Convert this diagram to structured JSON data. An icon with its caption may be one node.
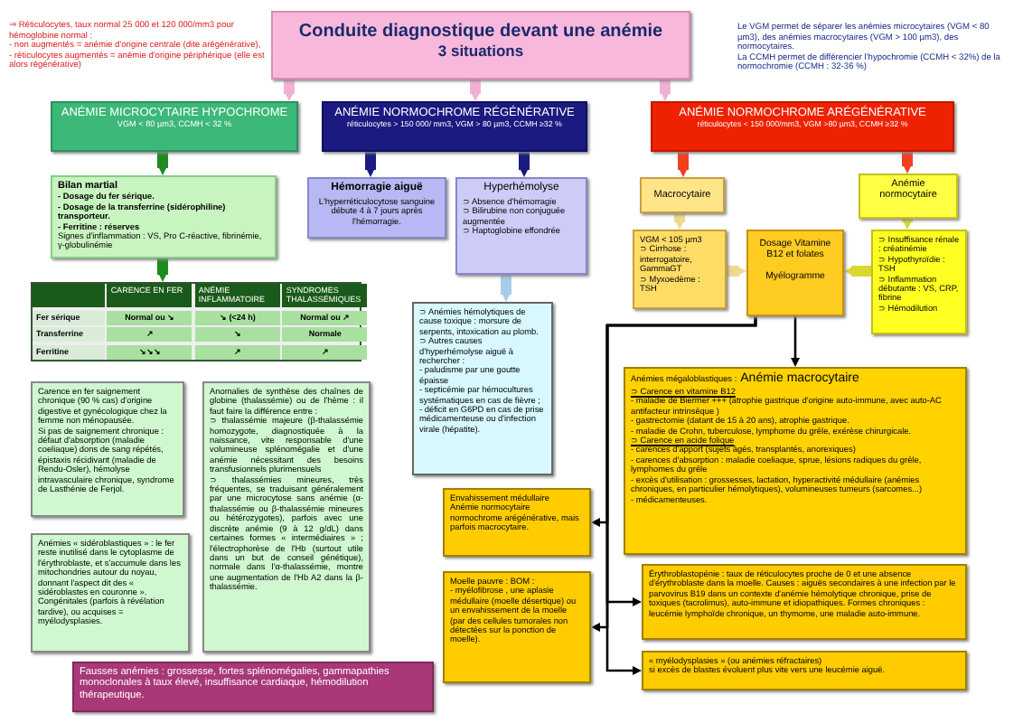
{
  "diagram": {
    "nodes": [
      {
        "text": [
          "Conduite diagnostique devant une anémie",
          "3 situations"
        ]
      },
      {
        "text": [
          "ANÉMIE MICROCYTAIRE HYPOCHROME",
          "VGM < 80 µm3, CCMH < 32 %"
        ]
      },
      {
        "text": [
          "ANÉMIE NORMOCHROME RÉGÉNÉRATIVE",
          "réticulocytes > 150 000/ mm3, VGM > 80 µm3, CCMH ≥32 %"
        ]
      },
      {
        "text": [
          "ANÉMIE NORMOCHROME ARÉGÉNÉRATIVE",
          "réticulocytes < 150 000/mm3, VGM >80 µm3, CCMH ≥32 %"
        ]
      },
      {
        "text": [
          "Bilan martial",
          "- Dosage du fer sérique.",
          "- Dosage de la transferrine (sidérophiline) transporteur.",
          "- Ferritine : réserves",
          "Signes d'inflammation : VS, Pro C-réactive, fibrinémie, γ-globulinémie"
        ]
      },
      {
        "text": [],
        "shape": "box"
      },
      {
        "text": [
          "Carence en fer saignement chronique (90 % cas) d'origine digestive et gynécologique chez la femme non ménopausée.",
          "Si pas de saignement chronique : défaut d'absorption (maladie coeliaque) dons de sang répétés, épistaxis récidivant (maladie de Rendu-Osler), hémolyse intravasculaire chronique, syndrome de Lasthénie de Ferjol."
        ]
      },
      {
        "text": [
          "Anémies « sidéroblastiques » : le fer reste inutilisé dans le cytoplasme de l'érythroblaste, et s'accumule dans les mitochondries autour du noyau, donnant l'aspect dit des « sidéroblastes en couronne ». Congénitales (parfois à révélation tardive), ou acquises = myélodysplasies."
        ]
      },
      {
        "text": [
          "Anomalies de synthèse des chaînes de globine (thalassémie) ou de l'hème : il faut faire la différence entre :",
          "⊃ thalassémie majeure (β-thalassémie homozygote, diagnostiquée à la naissance, vite responsable d'une volumineuse splénomégalie et d'une anémie nécessitant des besoins transfusionnels plurimensuels",
          "⊃ thalassémies mineures, très fréquentes, se traduisant généralement par une microcytose sans anémie (α-thalassémie ou β-thalassémie mineures ou hétérozygotes), parfois avec une discrète anémie (9 à 12 g/dL) dans certaines formes « intermédiaires » ; l'électrophorèse de l'Hb (surtout utile dans un but de conseil génétique), normale dans l'α-thalassémie, montre une augmentation de l'Hb A2 dans la β-thalassémie."
        ]
      },
      {
        "text": [
          "Fausses anémies : grossesse, fortes splénomégalies, gammapathies monoclonales à taux élevé, insuffisance cardiaque, hémodilution thérapeutique."
        ]
      },
      {
        "text": [
          "Hémorragie aiguë",
          "L'hyperréticulocytose sanguine débute 4 à 7 jours après l'hémorragie."
        ]
      },
      {
        "text": [
          "Hyperhémolyse",
          "⊃ Absence d'hémorragie",
          "⊃ Bilirubine non conjuguée augmentée",
          "⊃ Haptoglobine effondrée"
        ]
      },
      {
        "text": [
          "⊃ Anémies hémolytiques de cause toxique : morsure de serpents, intoxication au plomb.",
          "⊃ Autres causes d'hyperhémolyse aiguë à rechercher :",
          "- paludisme par une goutte épaisse",
          "- septicémie par hémocultures systématiques en cas de fièvre ;",
          "- déficit en G6PD en cas de prise médicamenteuse ou d'infection virale (hépatite)."
        ]
      },
      {
        "text": [
          "Macrocytaire"
        ]
      },
      {
        "text": [
          "Anémie normocytaire"
        ]
      },
      {
        "text": [
          "VGM < 105 µm3",
          "⊃ Cirrhose : interrogatoire, GammaGT",
          "⊃ Myxoedème : TSH"
        ]
      },
      {
        "text": [
          "Dosage Vitamine B12 et folates",
          "Myélogramme"
        ]
      },
      {
        "text": [
          "⊃ Insuffisance rénale : créatinémie",
          "⊃ Hypothyroïdie : TSH",
          "⊃ Inflammation débutante : VS, CRP, fibrine",
          "⊃ Hémodilution"
        ]
      },
      {
        "text": [
          "Anémies mégaloblastiques :",
          "Anémie macrocytaire",
          "⊃ Carence en vitamine B12",
          "- maladie de Biermer +++ (atrophie gastrique d'origine auto-immune, avec auto-AC antifacteur intrinsèque )",
          "- gastrectomie (datant de 15 à 20 ans), atrophie gastrique.",
          "- maladie de Crohn, tuberculose, lymphome du grêle, exérèse chirurgicale.",
          "⊃ Carence en acide folique",
          "- carences d'apport (sujets âgés, transplantés, anorexiques)",
          "- carences d'absorption : maladie coeliaque, sprue, lésions radiques du grêle, lymphomes du grêle",
          "- excès d'utilisation : grossesses, lactation, hyperactivité médullaire (anémies chroniques, en particulier hémolytiques), volumineuses tumeurs (sarcomes...)",
          "- médicamenteuses."
        ]
      },
      {
        "text": [
          "Envahissement médullaire",
          "Anémie normocytaire normochrome arégénérative, mais parfois macrocytaire."
        ]
      },
      {
        "text": [
          "Moelle pauvre : BOM :",
          "- myélofibrose , une aplasie médullaire (moelle désertique) ou un envahissement de la moelle (par des cellules tumorales non détectées sur la ponction de moelle)."
        ]
      },
      {
        "text": [
          "Érythroblastopénie : taux de réticulocytes proche de 0 et une absence d'érythroblaste dans la moelle. Causes : aiguës secondaires à une infection par le parvovirus B19 dans un contexte d'anémie hémolytique chronique, prise de toxiques (tacrolimus), auto-immune et idiopathiques. Formes chroniques : leucémie lymphoïde chronique, un thymome, une maladie auto-immune."
        ]
      },
      {
        "text": [
          "« myélodysplasies » (ou anémies réfractaires)",
          "si excès de blastes évoluent plus vite vers une leucémie aiguë."
        ]
      }
    ],
    "edges": [
      {
        "from": 0,
        "to": 1,
        "arrow": "to",
        "color": "#f4b0d4"
      },
      {
        "from": 0,
        "to": 2,
        "arrow": "to",
        "color": "#f4b0d4"
      },
      {
        "from": 0,
        "to": 3,
        "arrow": "to",
        "color": "#f4b0d4"
      },
      {
        "from": 1,
        "to": 4,
        "arrow": "to",
        "color": "#1f8a1f"
      },
      {
        "from": 4,
        "to": 5,
        "arrow": "to",
        "color": "#1f8a1f"
      },
      {
        "from": 2,
        "to": 10,
        "arrow": "to",
        "color": "#1a1a80"
      },
      {
        "from": 2,
        "to": 11,
        "arrow": "to",
        "color": "#1a1a80"
      },
      {
        "from": 11,
        "to": 12,
        "arrow": "to",
        "color": "#a8cce8"
      },
      {
        "from": 3,
        "to": 13,
        "arrow": "to",
        "color": "#f04020"
      },
      {
        "from": 3,
        "to": 14,
        "arrow": "to",
        "color": "#f04020"
      },
      {
        "from": 13,
        "to": 15,
        "arrow": "to",
        "color": "#f0d890"
      },
      {
        "from": 15,
        "to": 16,
        "arrow": "to",
        "color": "#f0d890"
      },
      {
        "from": 17,
        "to": 16,
        "arrow": "to",
        "color": "#d8d830"
      },
      {
        "from": 14,
        "to": 17,
        "arrow": "to",
        "color": "#d8d830"
      },
      {
        "from": 16,
        "to": 18,
        "arrow": "to"
      },
      {
        "from": 16,
        "to": 19,
        "arrow": "to"
      },
      {
        "from": 16,
        "to": 20,
        "arrow": "to"
      },
      {
        "from": 16,
        "to": 21,
        "arrow": "to"
      },
      {
        "from": 16,
        "to": 22,
        "arrow": "to"
      }
    ],
    "labels": [
      "⇒ Réticulocytes, taux normal 25 000 et 120 000/mm3 pour hémoglobine normal :",
      "- non augmentés = anémie d'origine centrale (dite arégénérative),",
      "- réticulocytes augmentés = anémie d'origine périphérique (elle est alors régénérative)",
      "Le VGM permet de séparer les anémies microcytaires (VGM < 80 µm3), des anémies macrocytaires (VGM > 100 µm3), des normocytaires.",
      "La CCMH permet de différencier l'hypochromie (CCMH < 32%) de la normochromie (CCMH : 32-36 %)",
      "CARENCE EN FER",
      "ANÉMIE INFLAMMATOIRE",
      "SYNDROMES THALASSÉMIQUES",
      "Fer sérique",
      "Normal ou ↘",
      "↘ (<24 h)",
      "Normal ou ↗",
      "Transferrine",
      "↗",
      "↘",
      "Normale",
      "Ferritine",
      "↘↘↘",
      "↗",
      "↗"
    ]
  }
}
